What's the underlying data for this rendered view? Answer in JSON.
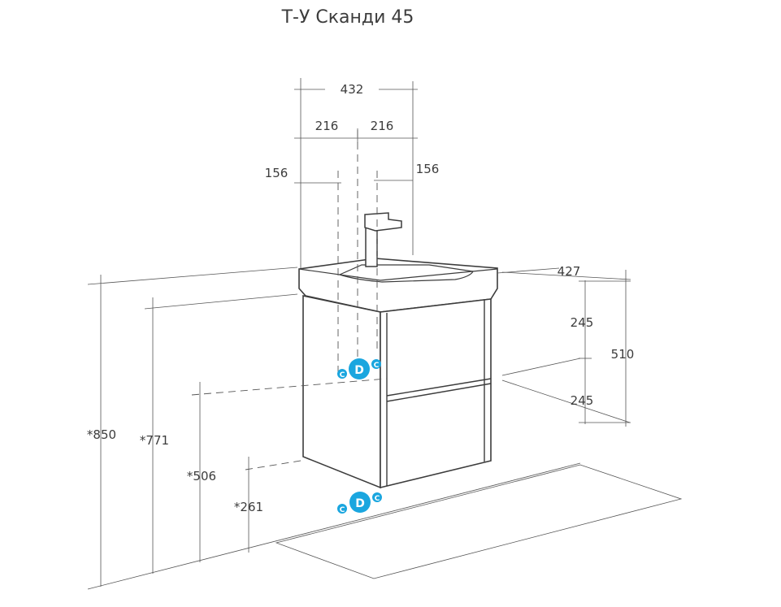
{
  "title": "Т-У Сканди 45",
  "dimensions": {
    "total_width": "432",
    "half_left": "216",
    "half_right": "216",
    "offset_left": "156",
    "offset_right": "156",
    "depth": "427",
    "drawer_upper": "245",
    "drawer_lower": "245",
    "cabinet_height": "510",
    "height_total": "*850",
    "height_771": "*771",
    "height_506": "*506",
    "height_261": "*261"
  },
  "connectors": {
    "cold_label": "C",
    "drain_label": "D",
    "hot_label": "C"
  },
  "colors": {
    "line": "#3c3c3c",
    "connector": "#1aa6df"
  }
}
